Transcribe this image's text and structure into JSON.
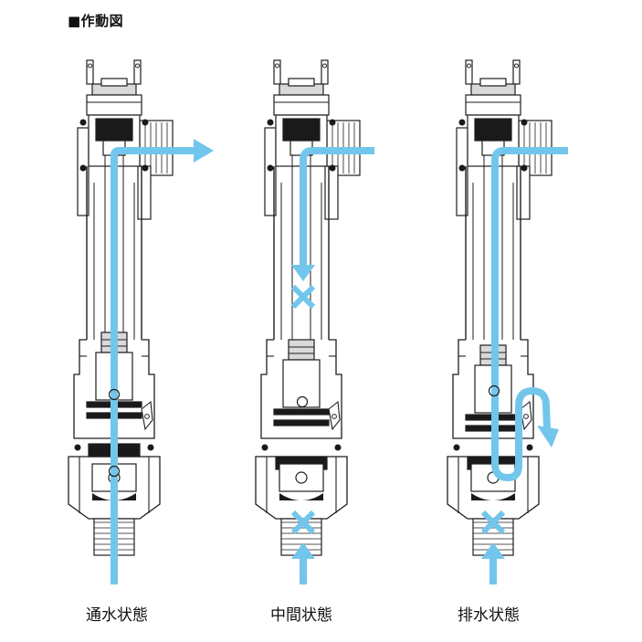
{
  "title": "■作動図",
  "states": [
    {
      "label": "通水状態"
    },
    {
      "label": "中間状態"
    },
    {
      "label": "排水状態"
    }
  ],
  "colors": {
    "flow": "#72c6ec",
    "outline": "#1e1e1e",
    "seal": "#1a1a1a",
    "shade": "#d9d9d9"
  }
}
